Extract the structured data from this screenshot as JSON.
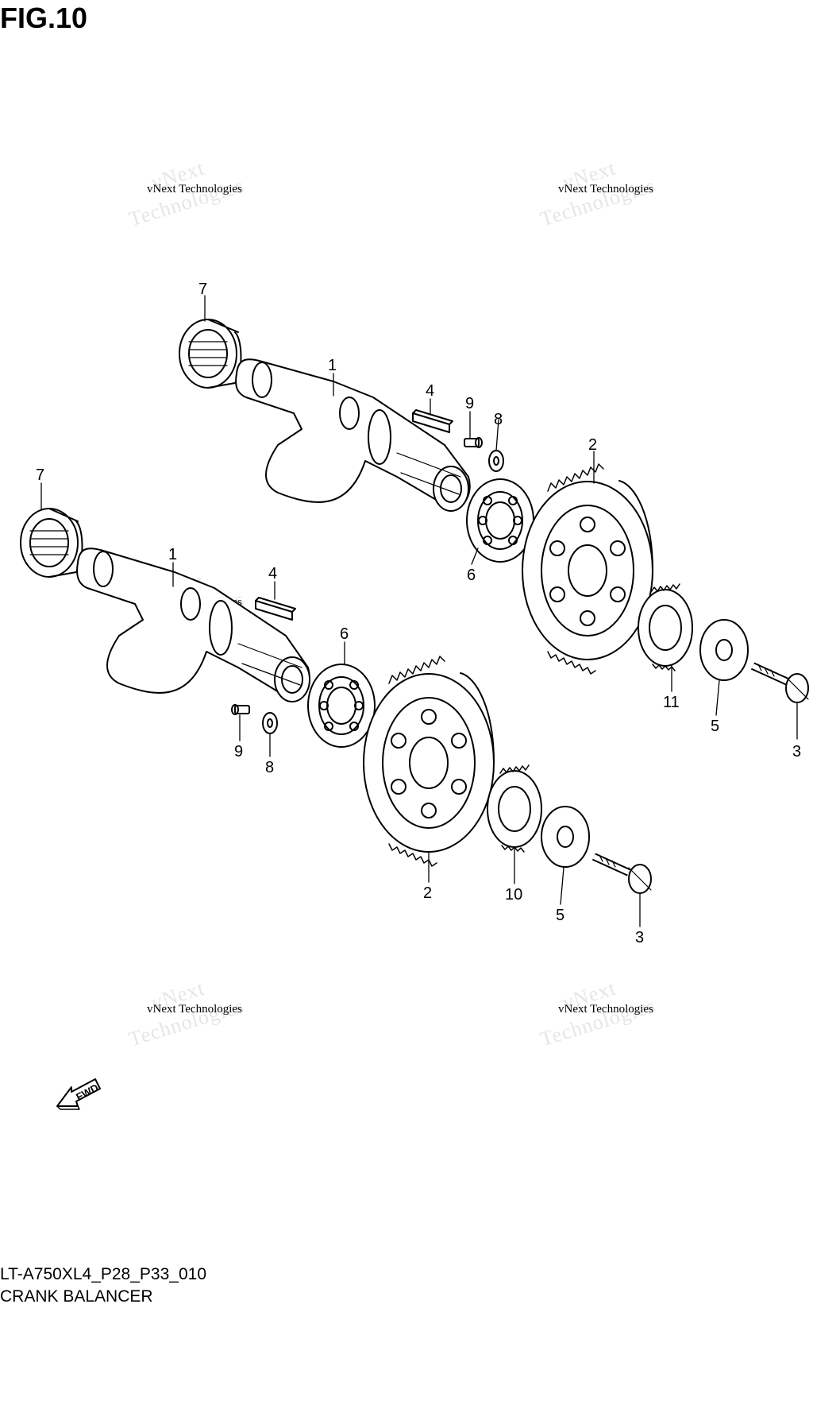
{
  "header": {
    "title": "FIG.10"
  },
  "footer": {
    "model_code": "LT-A750XL4_P28_P33_010",
    "subtitle": "CRANK BALANCER"
  },
  "watermark": {
    "line1": "vNext Technologies",
    "line2": "vNext",
    "line3": "Technologies"
  },
  "fwd_label": "FWD",
  "callouts": {
    "c1a": "1",
    "c1b": "1",
    "c2a": "2",
    "c2b": "2",
    "c3a": "3",
    "c3b": "3",
    "c4a": "4",
    "c4b": "4",
    "c5a": "5",
    "c5b": "5",
    "c6a": "6",
    "c6b": "6",
    "c7a": "7",
    "c7b": "7",
    "c8a": "8",
    "c8b": "8",
    "c9a": "9",
    "c9b": "9",
    "c10": "10",
    "c11": "11"
  },
  "colors": {
    "line": "#000000",
    "background": "#ffffff",
    "watermark_faint": "#e6e6e6"
  }
}
